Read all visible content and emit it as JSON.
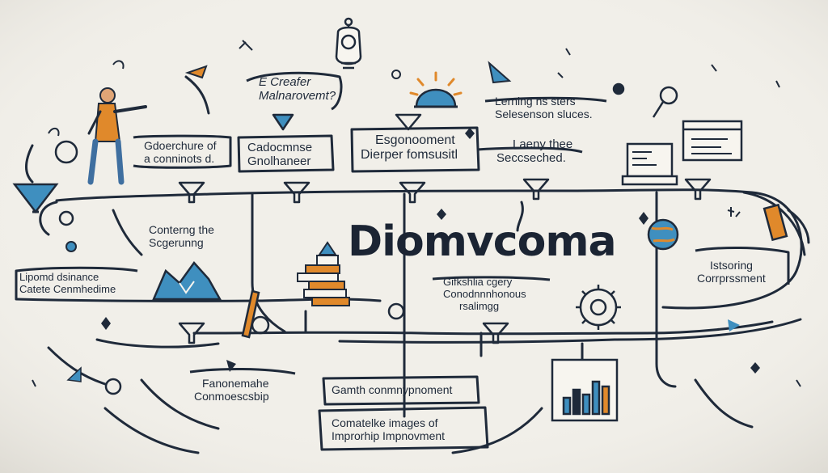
{
  "center": {
    "title": "Diomvcoma"
  },
  "nodes": {
    "top_center": {
      "line1": "E Creafer",
      "line2": "Malnarovemt?"
    },
    "top_right": {
      "line1": "Lerning hs sters",
      "line2": "Selesenson sluces."
    },
    "box_left": {
      "line1": "Gdoerchure of",
      "line2": "a conninots d."
    },
    "box_mid": {
      "line1": "Cadocmnse",
      "line2": "Gnolhaneer"
    },
    "box_center": {
      "line1": "Esgonooment",
      "line2": "Dierper fomsusitl"
    },
    "right_mid": {
      "line1": "Laeny thee",
      "line2": "Seccseched."
    },
    "left_mid": {
      "line1": "Conterng the",
      "line2": "Scgerunng"
    },
    "left_low": {
      "line1": "Lipomd dsinance",
      "line2": "Catete Cenmhedime"
    },
    "center_low": {
      "line1": "Gifkshlia cgery",
      "line2": "Conodnnnhonous",
      "line3": "rsalimgg"
    },
    "right_low": {
      "line1": "Istsoring",
      "line2": "Corrprssment"
    },
    "bottom_left": {
      "line1": "Fanonemahe",
      "line2": "Conmoescsbip"
    },
    "bottom_mid": {
      "line1": "Gamth conmnypnoment"
    },
    "bottom_box": {
      "line1": "Comatelke images of",
      "line2": "Improrhip Impnovment"
    }
  },
  "icons": {
    "person": "person-pointing-icon",
    "bulb": "lightbulb-icon",
    "sun": "half-sun-icon",
    "books": "book-stack-icon",
    "mountain": "mountain-chart-icon",
    "monitor": "monitor-icon",
    "browser": "browser-window-icon",
    "globe": "globe-icon",
    "gear": "gear-icon",
    "magnifier": "magnifier-icon",
    "bar_chart": "bar-chart-icon",
    "pencil": "pencil-icon"
  },
  "colors": {
    "ink": "#1f2a3a",
    "accent_blue": "#3f8fbf",
    "accent_orange": "#e0892b",
    "paper": "#f1efe9"
  }
}
